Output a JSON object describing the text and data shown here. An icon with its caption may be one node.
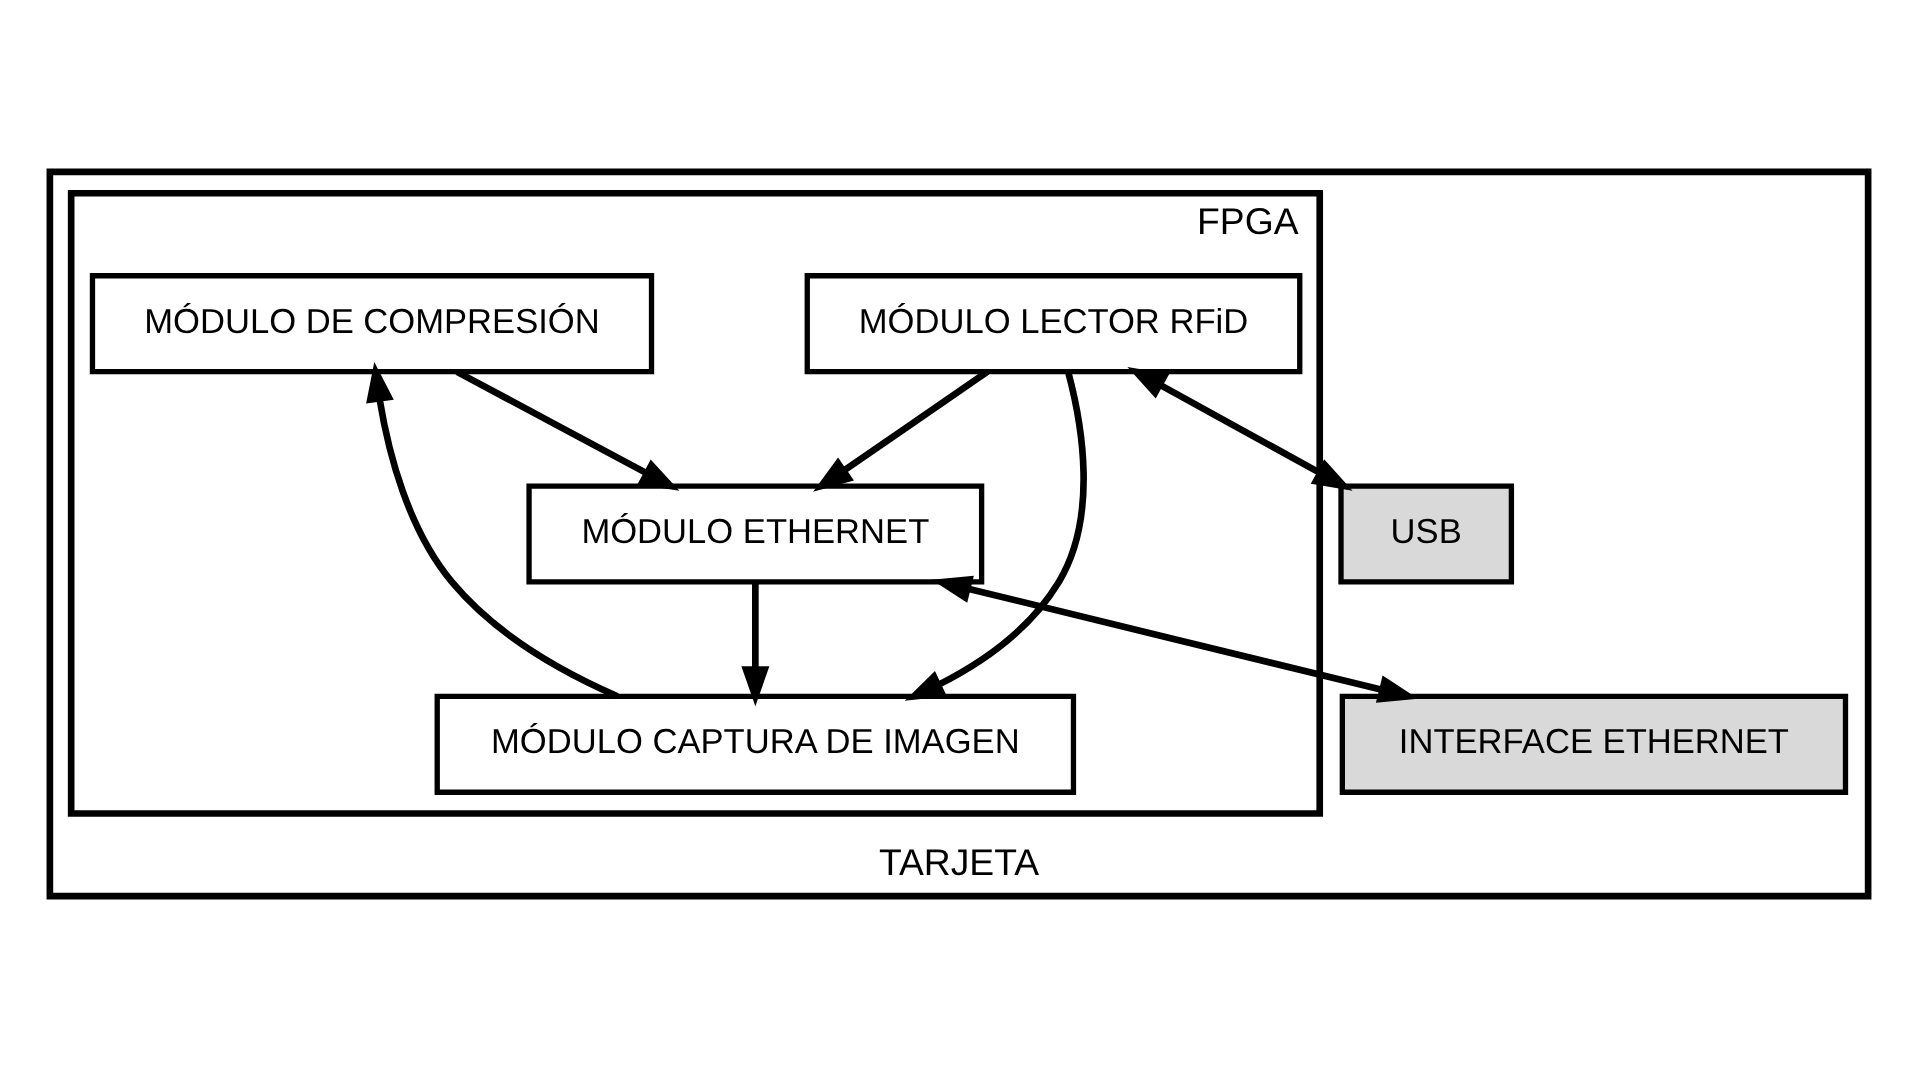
{
  "diagram": {
    "nodes": [
      {
        "text": [
          "TARJETA"
        ]
      },
      {
        "text": [
          "FPGA"
        ],
        "in": 0
      },
      {
        "text": [
          "MÓDULO DE COMPRESIÓN"
        ],
        "in": 1
      },
      {
        "text": [
          "MÓDULO CAPTURA DE IMAGEN"
        ],
        "in": 1
      },
      {
        "text": [
          "MÓDULO ETHERNET"
        ],
        "in": 1
      },
      {
        "text": [
          "MÓDULO LECTOR RFiD"
        ],
        "in": 1
      },
      {
        "text": [
          "USB"
        ],
        "in": 0
      },
      {
        "text": [
          "INTERFACE ETHERNET"
        ],
        "in": 0
      }
    ],
    "edges": [
      {
        "from": 3,
        "to": 2,
        "arrow": "to"
      },
      {
        "from": 2,
        "to": 4,
        "arrow": "to"
      },
      {
        "from": 4,
        "to": 3,
        "arrow": "to"
      },
      {
        "from": 5,
        "to": 3,
        "arrow": "to"
      },
      {
        "from": 5,
        "to": 4,
        "arrow": "to"
      },
      {
        "from": 5,
        "to": 6,
        "arrow": "both"
      },
      {
        "from": 4,
        "to": 7,
        "arrow": "both"
      }
    ]
  }
}
